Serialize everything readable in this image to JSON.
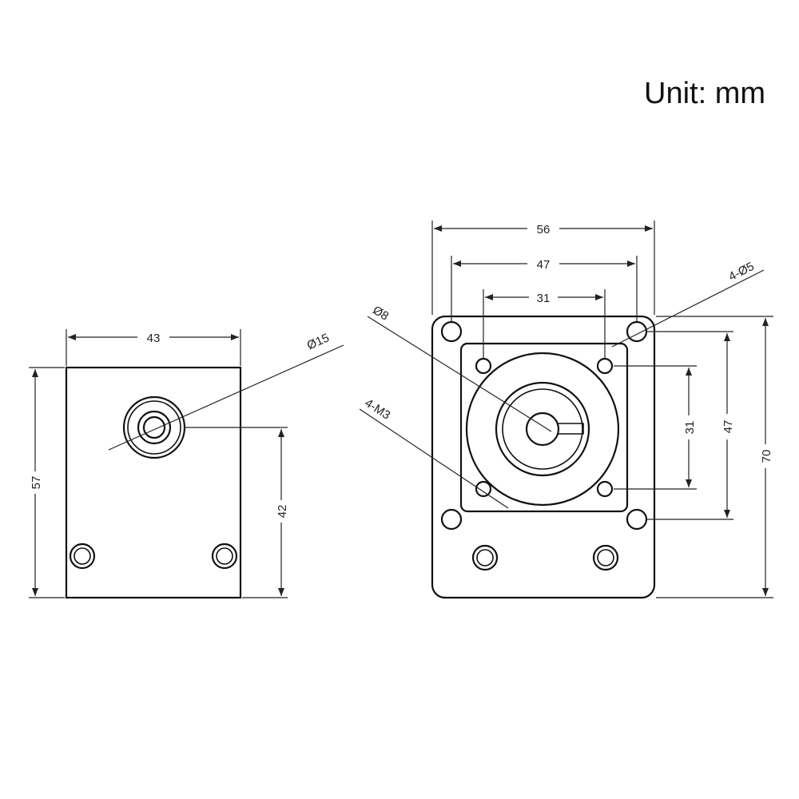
{
  "unit_label": "Unit: mm",
  "side_view": {
    "width_label": "43",
    "height_label": "57",
    "shaft_height_label": "42",
    "shaft_diameter_label": "Ø15"
  },
  "front_view": {
    "flange_width_label": "56",
    "outer_hole_spacing_label": "47",
    "inner_hole_spacing_label": "31",
    "outer_hole_callout": "4-Ø5",
    "shaft_diameter_label": "Ø8",
    "thread_callout": "4-M3",
    "inner_vertical_spacing_label": "31",
    "outer_vertical_spacing_label": "47",
    "flange_height_label": "70"
  }
}
